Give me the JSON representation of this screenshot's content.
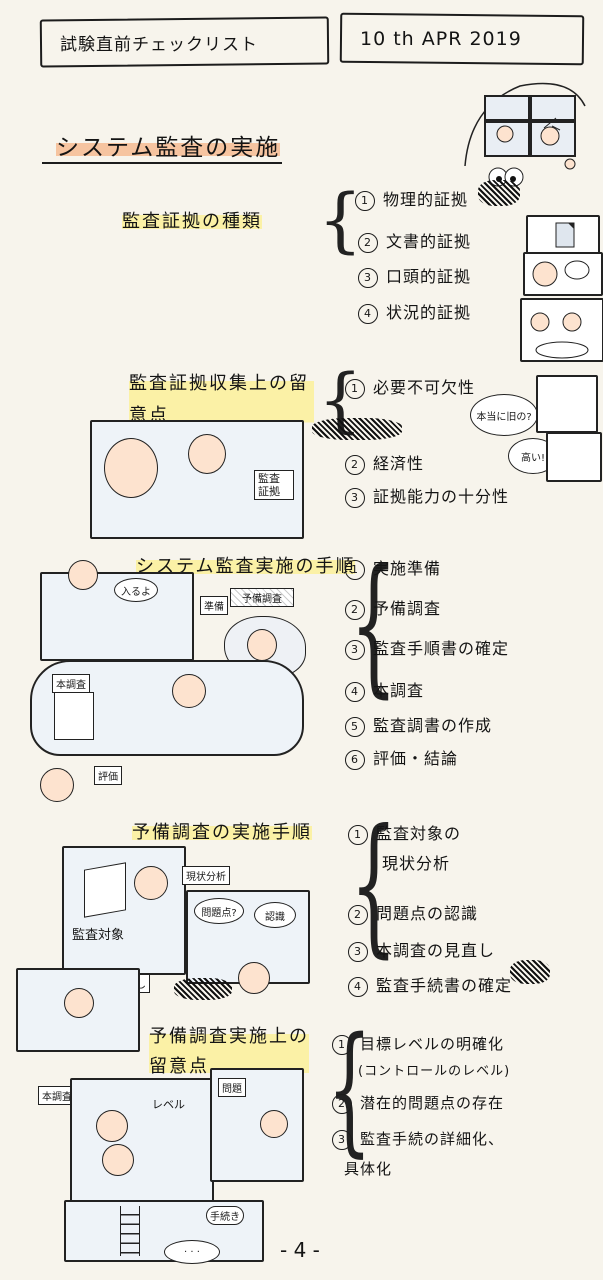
{
  "header": {
    "title": "試験直前チェックリスト",
    "date": "10 th APR 2019"
  },
  "main_title": "システム監査の実施",
  "sections": [
    {
      "heading": "監査証拠の種類",
      "items": [
        {
          "num": "1",
          "text": "物理的証拠"
        },
        {
          "num": "2",
          "text": "文書的証拠"
        },
        {
          "num": "3",
          "text": "口頭的証拠"
        },
        {
          "num": "4",
          "text": "状況的証拠"
        }
      ]
    },
    {
      "heading": "監査証拠収集上の留意点",
      "items": [
        {
          "num": "1",
          "text": "必要不可欠性"
        },
        {
          "num": "2",
          "text": "経済性"
        },
        {
          "num": "3",
          "text": "証拠能力の十分性"
        }
      ],
      "panel_label": "監査証拠",
      "bubbles": [
        "本当に旧の?",
        "高い!"
      ]
    },
    {
      "heading": "システム監査実施の手順",
      "items": [
        {
          "num": "1",
          "text": "実施準備"
        },
        {
          "num": "2",
          "text": "予備調査"
        },
        {
          "num": "3",
          "text": "監査手順書の確定"
        },
        {
          "num": "4",
          "text": "本調査"
        },
        {
          "num": "5",
          "text": "監査調書の作成"
        },
        {
          "num": "6",
          "text": "評価・結論"
        }
      ],
      "panel_labels": [
        "準備",
        "予備調査",
        "本調査",
        "評価"
      ],
      "bubbles": [
        "入るよ"
      ]
    },
    {
      "heading": "予備調査の実施手順",
      "items": [
        {
          "num": "1",
          "text": "監査対象の",
          "text2": "現状分析"
        },
        {
          "num": "2",
          "text": "問題点の認識"
        },
        {
          "num": "3",
          "text": "本調査の見直し"
        },
        {
          "num": "4",
          "text": "監査手続書の確定"
        }
      ],
      "panel_labels": [
        "現状分析",
        "監査対象",
        "見直し"
      ],
      "bubbles": [
        "問題点?",
        "認識"
      ]
    },
    {
      "heading": "予備調査実施上の留意点",
      "items": [
        {
          "num": "1",
          "text": "目標レベルの明確化",
          "text2": "(コントロールのレベル)"
        },
        {
          "num": "2",
          "text": "潜在的問題点の存在"
        },
        {
          "num": "3",
          "text": "監査手続の詳細化、",
          "text2": "具体化"
        }
      ],
      "panel_labels": [
        "本調査",
        "レベル",
        "問題",
        "手続き"
      ],
      "bubbles": [
        "· · ·"
      ]
    }
  ],
  "page_number": "- 4 -"
}
